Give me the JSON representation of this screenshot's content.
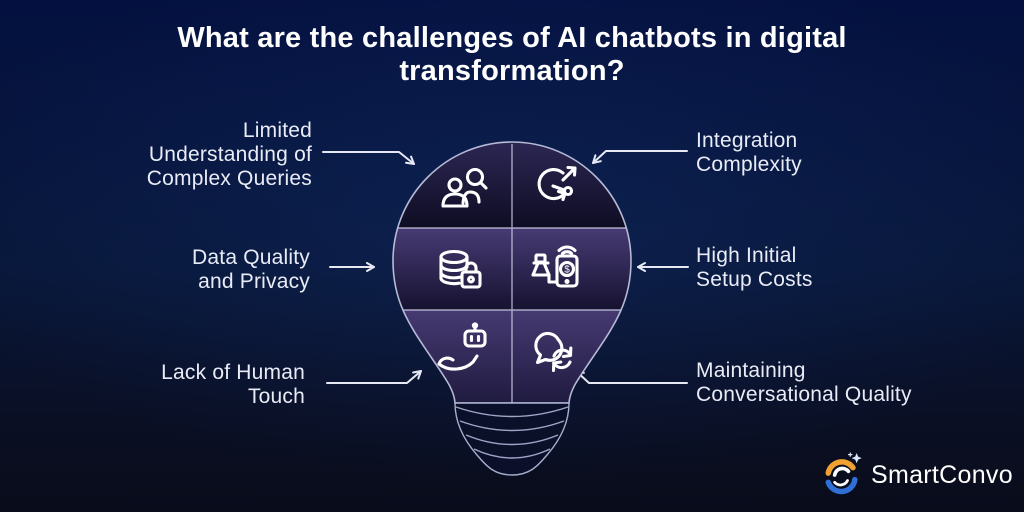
{
  "title": {
    "line1": "What are the challenges of AI chatbots in digital",
    "line2": "transformation?"
  },
  "labels": {
    "left": [
      {
        "id": "limited-understanding",
        "lines": [
          "Limited",
          "Understanding of",
          "Complex Queries"
        ]
      },
      {
        "id": "data-quality-privacy",
        "lines": [
          "Data Quality",
          "and Privacy"
        ]
      },
      {
        "id": "lack-of-human-touch",
        "lines": [
          "Lack of Human",
          "Touch"
        ]
      }
    ],
    "right": [
      {
        "id": "integration-complexity",
        "lines": [
          "Integration",
          "Complexity"
        ]
      },
      {
        "id": "high-initial-setup-costs",
        "lines": [
          "High Initial",
          "Setup Costs"
        ]
      },
      {
        "id": "maintaining-conversational-quality",
        "lines": [
          "Maintaining",
          "Conversational Quality"
        ]
      }
    ]
  },
  "bulb": {
    "icons": [
      "people-search-icon",
      "integration-route-icon",
      "database-lock-icon",
      "device-cost-icon",
      "hand-robot-icon",
      "chat-refresh-icon"
    ],
    "dollar_glyph": "$"
  },
  "brand": {
    "name": "SmartConvo"
  },
  "colors": {
    "background_top": "#041140",
    "background_bottom": "#090c1a",
    "bulb_purple_light": "#473b74",
    "bulb_purple_dark": "#0e0c23",
    "line_light": "#e6e9f4",
    "logo_gold": "#f0a12f",
    "logo_blue": "#2f6fd6",
    "text": "#e9ecf6"
  }
}
